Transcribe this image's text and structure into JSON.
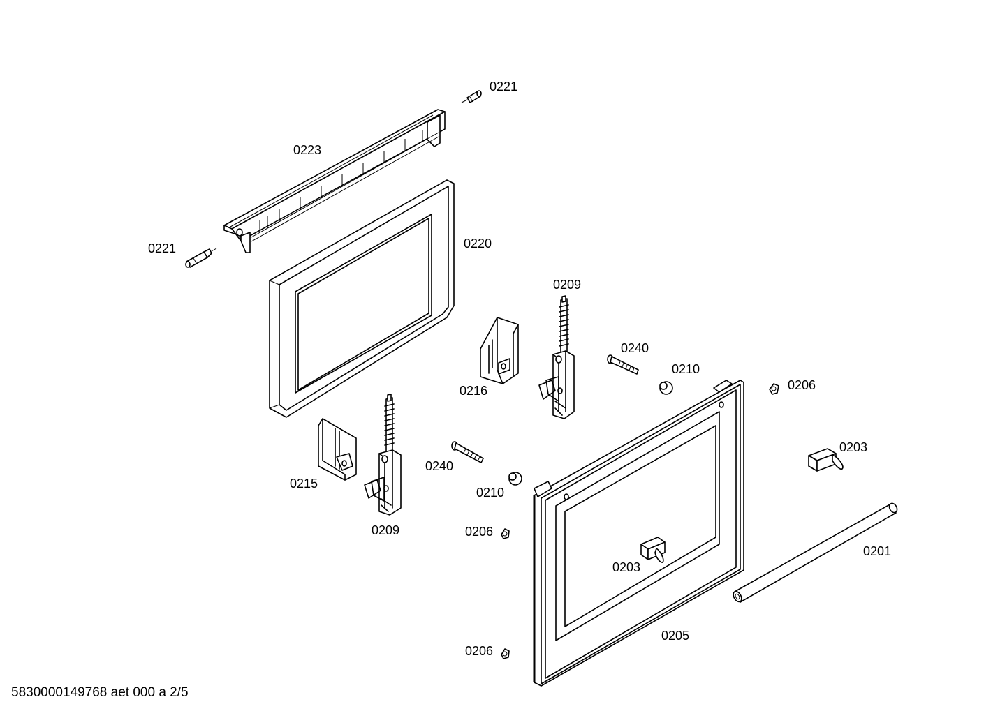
{
  "labels": {
    "p0221_top": "0221",
    "p0223": "0223",
    "p0221_left": "0221",
    "p0220": "0220",
    "p0209_top": "0209",
    "p0240_top": "0240",
    "p0210_top": "0210",
    "p0206_top": "0206",
    "p0216": "0216",
    "p0203_right": "0203",
    "p0215": "0215",
    "p0240_mid": "0240",
    "p0210_mid": "0210",
    "p0209_bottom": "0209",
    "p0206_mid": "0206",
    "p0203_center": "0203",
    "p0201": "0201",
    "p0205": "0205",
    "p0206_bottom": "0206"
  },
  "footer": {
    "document_code": "5830000149768 aet 000 a 2/5"
  }
}
